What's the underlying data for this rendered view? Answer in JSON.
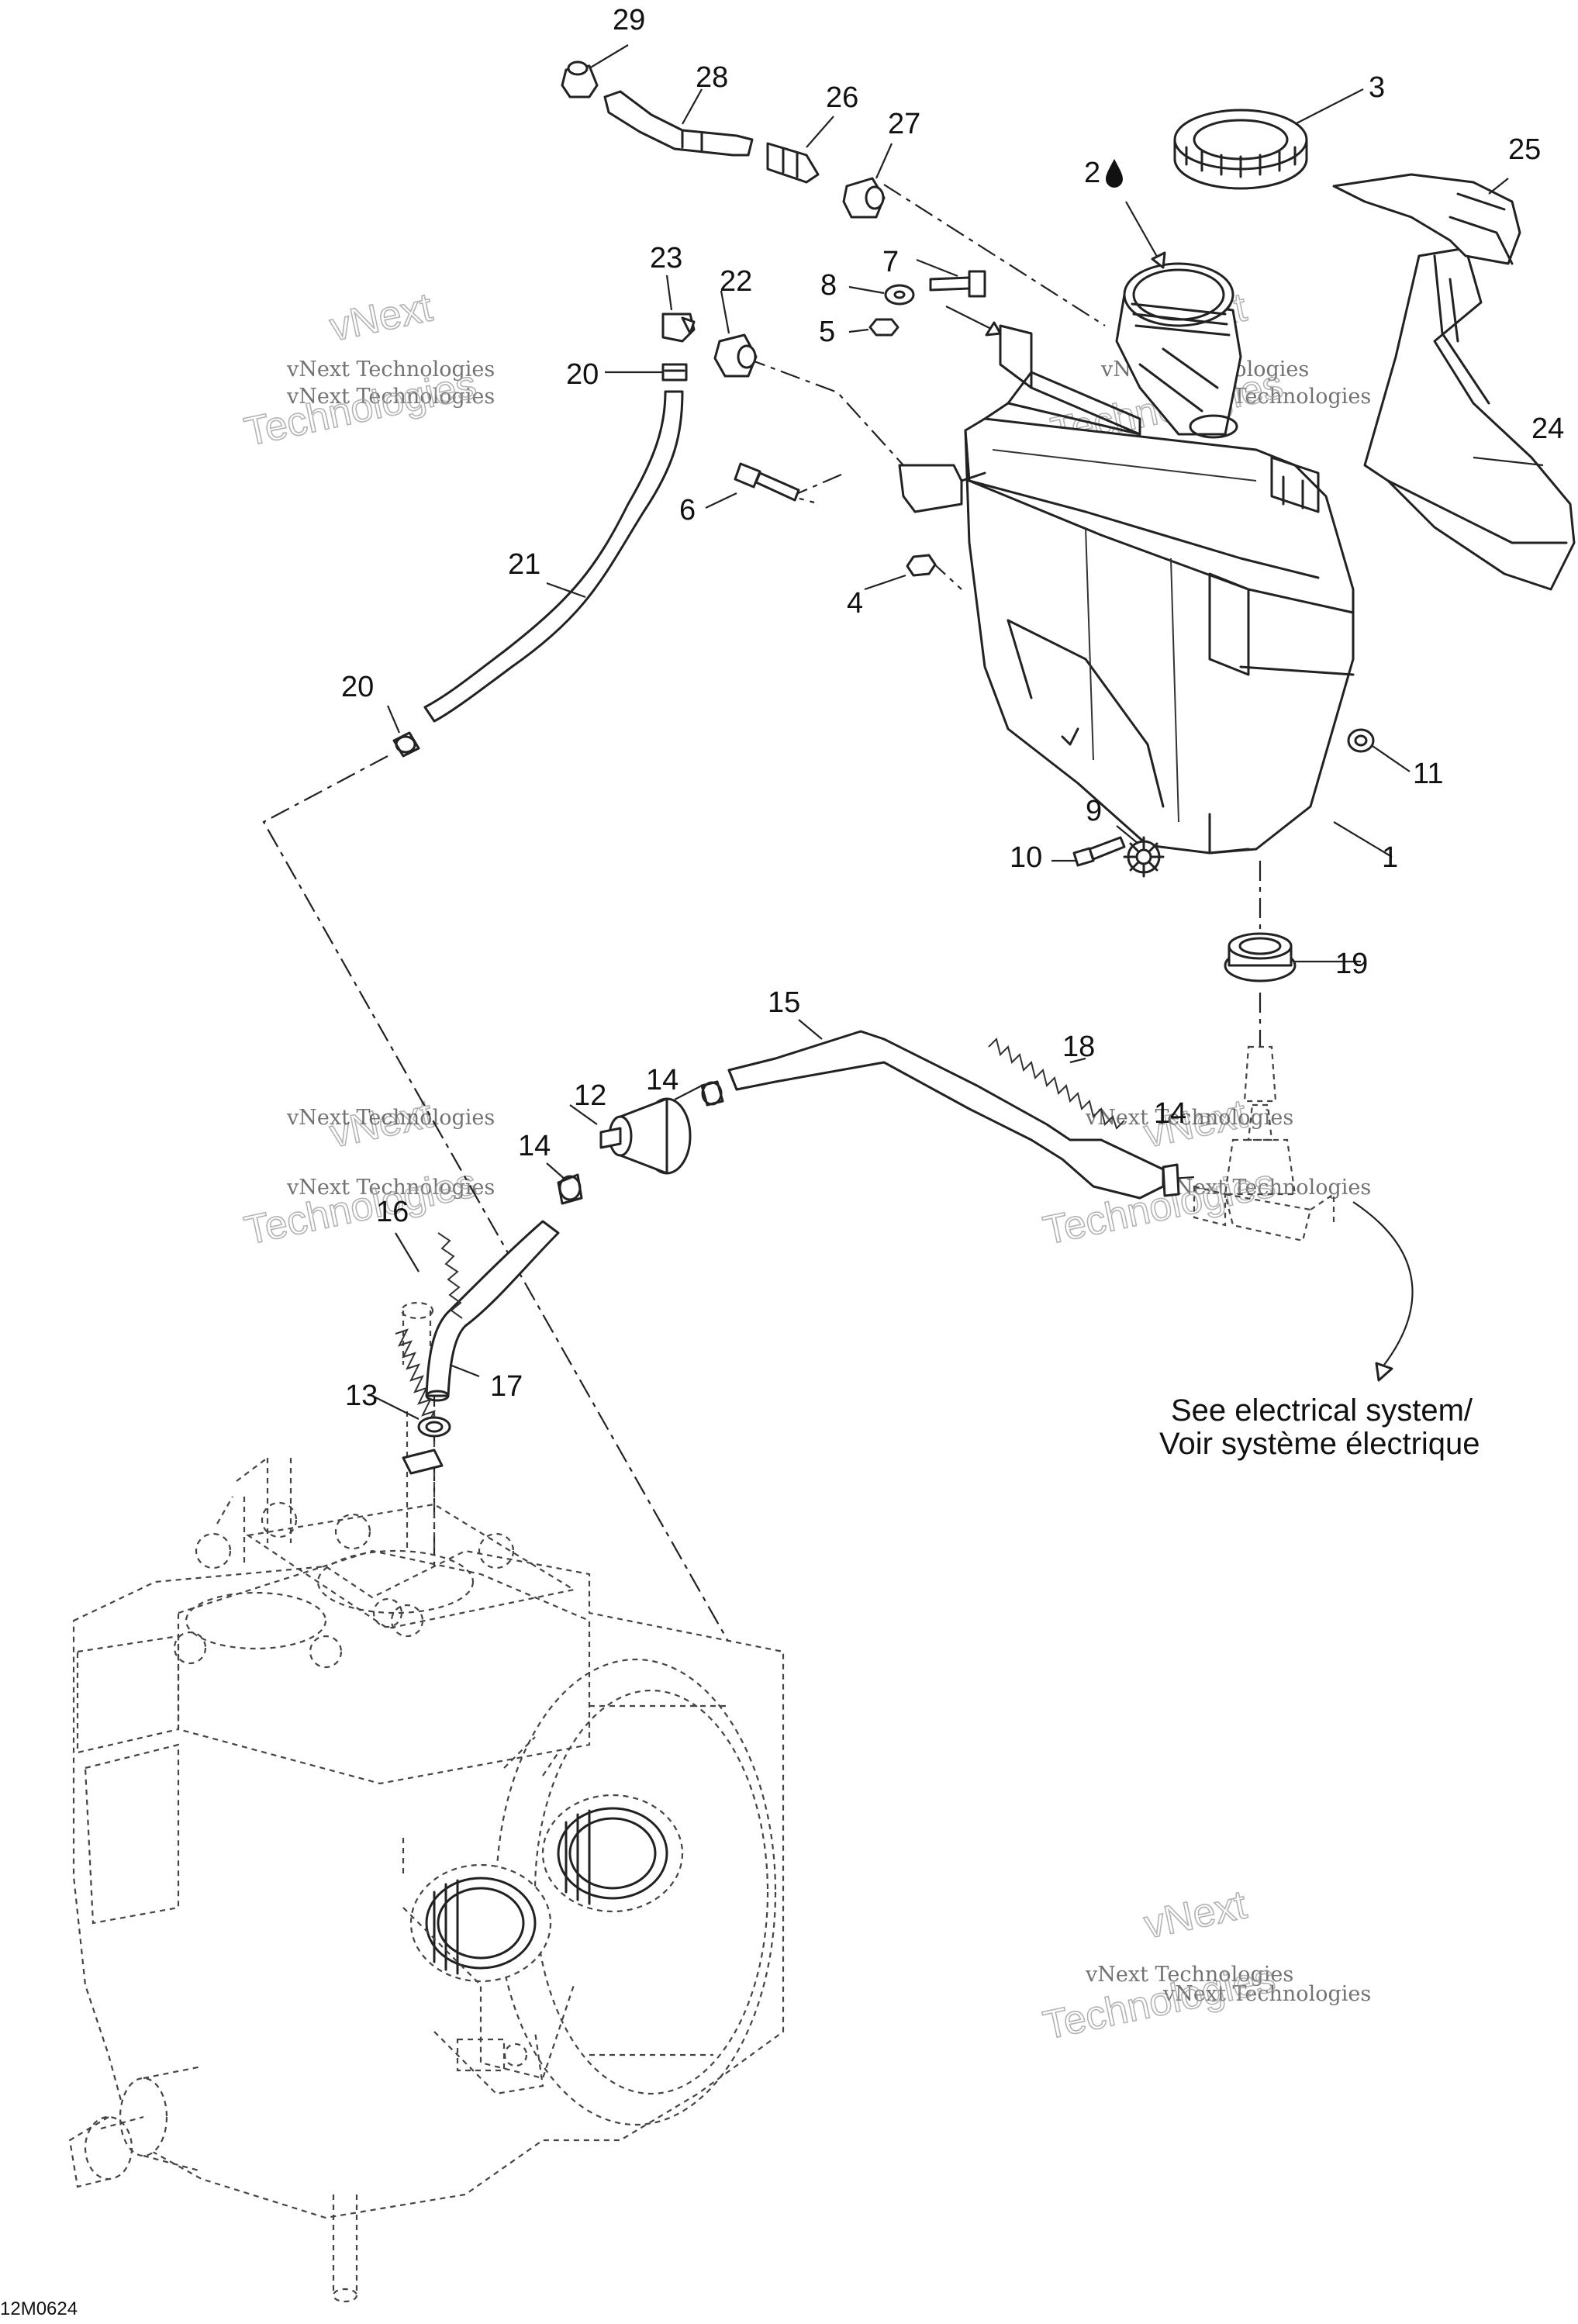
{
  "figure_id": "12M0624",
  "note": {
    "line1": "See electrical system/",
    "line2": "Voir système électrique"
  },
  "watermark": {
    "small": "vNext Technologies",
    "big_top": "vNext",
    "big_bottom": "Technologies"
  },
  "callouts": [
    {
      "id": "c1",
      "text": "1"
    },
    {
      "id": "c2",
      "text": "2"
    },
    {
      "id": "c3",
      "text": "3"
    },
    {
      "id": "c4",
      "text": "4"
    },
    {
      "id": "c5",
      "text": "5"
    },
    {
      "id": "c6",
      "text": "6"
    },
    {
      "id": "c7",
      "text": "7"
    },
    {
      "id": "c8",
      "text": "8"
    },
    {
      "id": "c9",
      "text": "9"
    },
    {
      "id": "c10",
      "text": "10"
    },
    {
      "id": "c11",
      "text": "11"
    },
    {
      "id": "c12",
      "text": "12"
    },
    {
      "id": "c13",
      "text": "13"
    },
    {
      "id": "c14a",
      "text": "14"
    },
    {
      "id": "c14b",
      "text": "14"
    },
    {
      "id": "c14c",
      "text": "14"
    },
    {
      "id": "c15",
      "text": "15"
    },
    {
      "id": "c16",
      "text": "16"
    },
    {
      "id": "c17",
      "text": "17"
    },
    {
      "id": "c18",
      "text": "18"
    },
    {
      "id": "c19",
      "text": "19"
    },
    {
      "id": "c20a",
      "text": "20"
    },
    {
      "id": "c20b",
      "text": "20"
    },
    {
      "id": "c21",
      "text": "21"
    },
    {
      "id": "c22",
      "text": "22"
    },
    {
      "id": "c23",
      "text": "23"
    },
    {
      "id": "c24",
      "text": "24"
    },
    {
      "id": "c25",
      "text": "25"
    },
    {
      "id": "c26",
      "text": "26"
    },
    {
      "id": "c27",
      "text": "27"
    },
    {
      "id": "c28",
      "text": "28"
    },
    {
      "id": "c29",
      "text": "29"
    }
  ]
}
